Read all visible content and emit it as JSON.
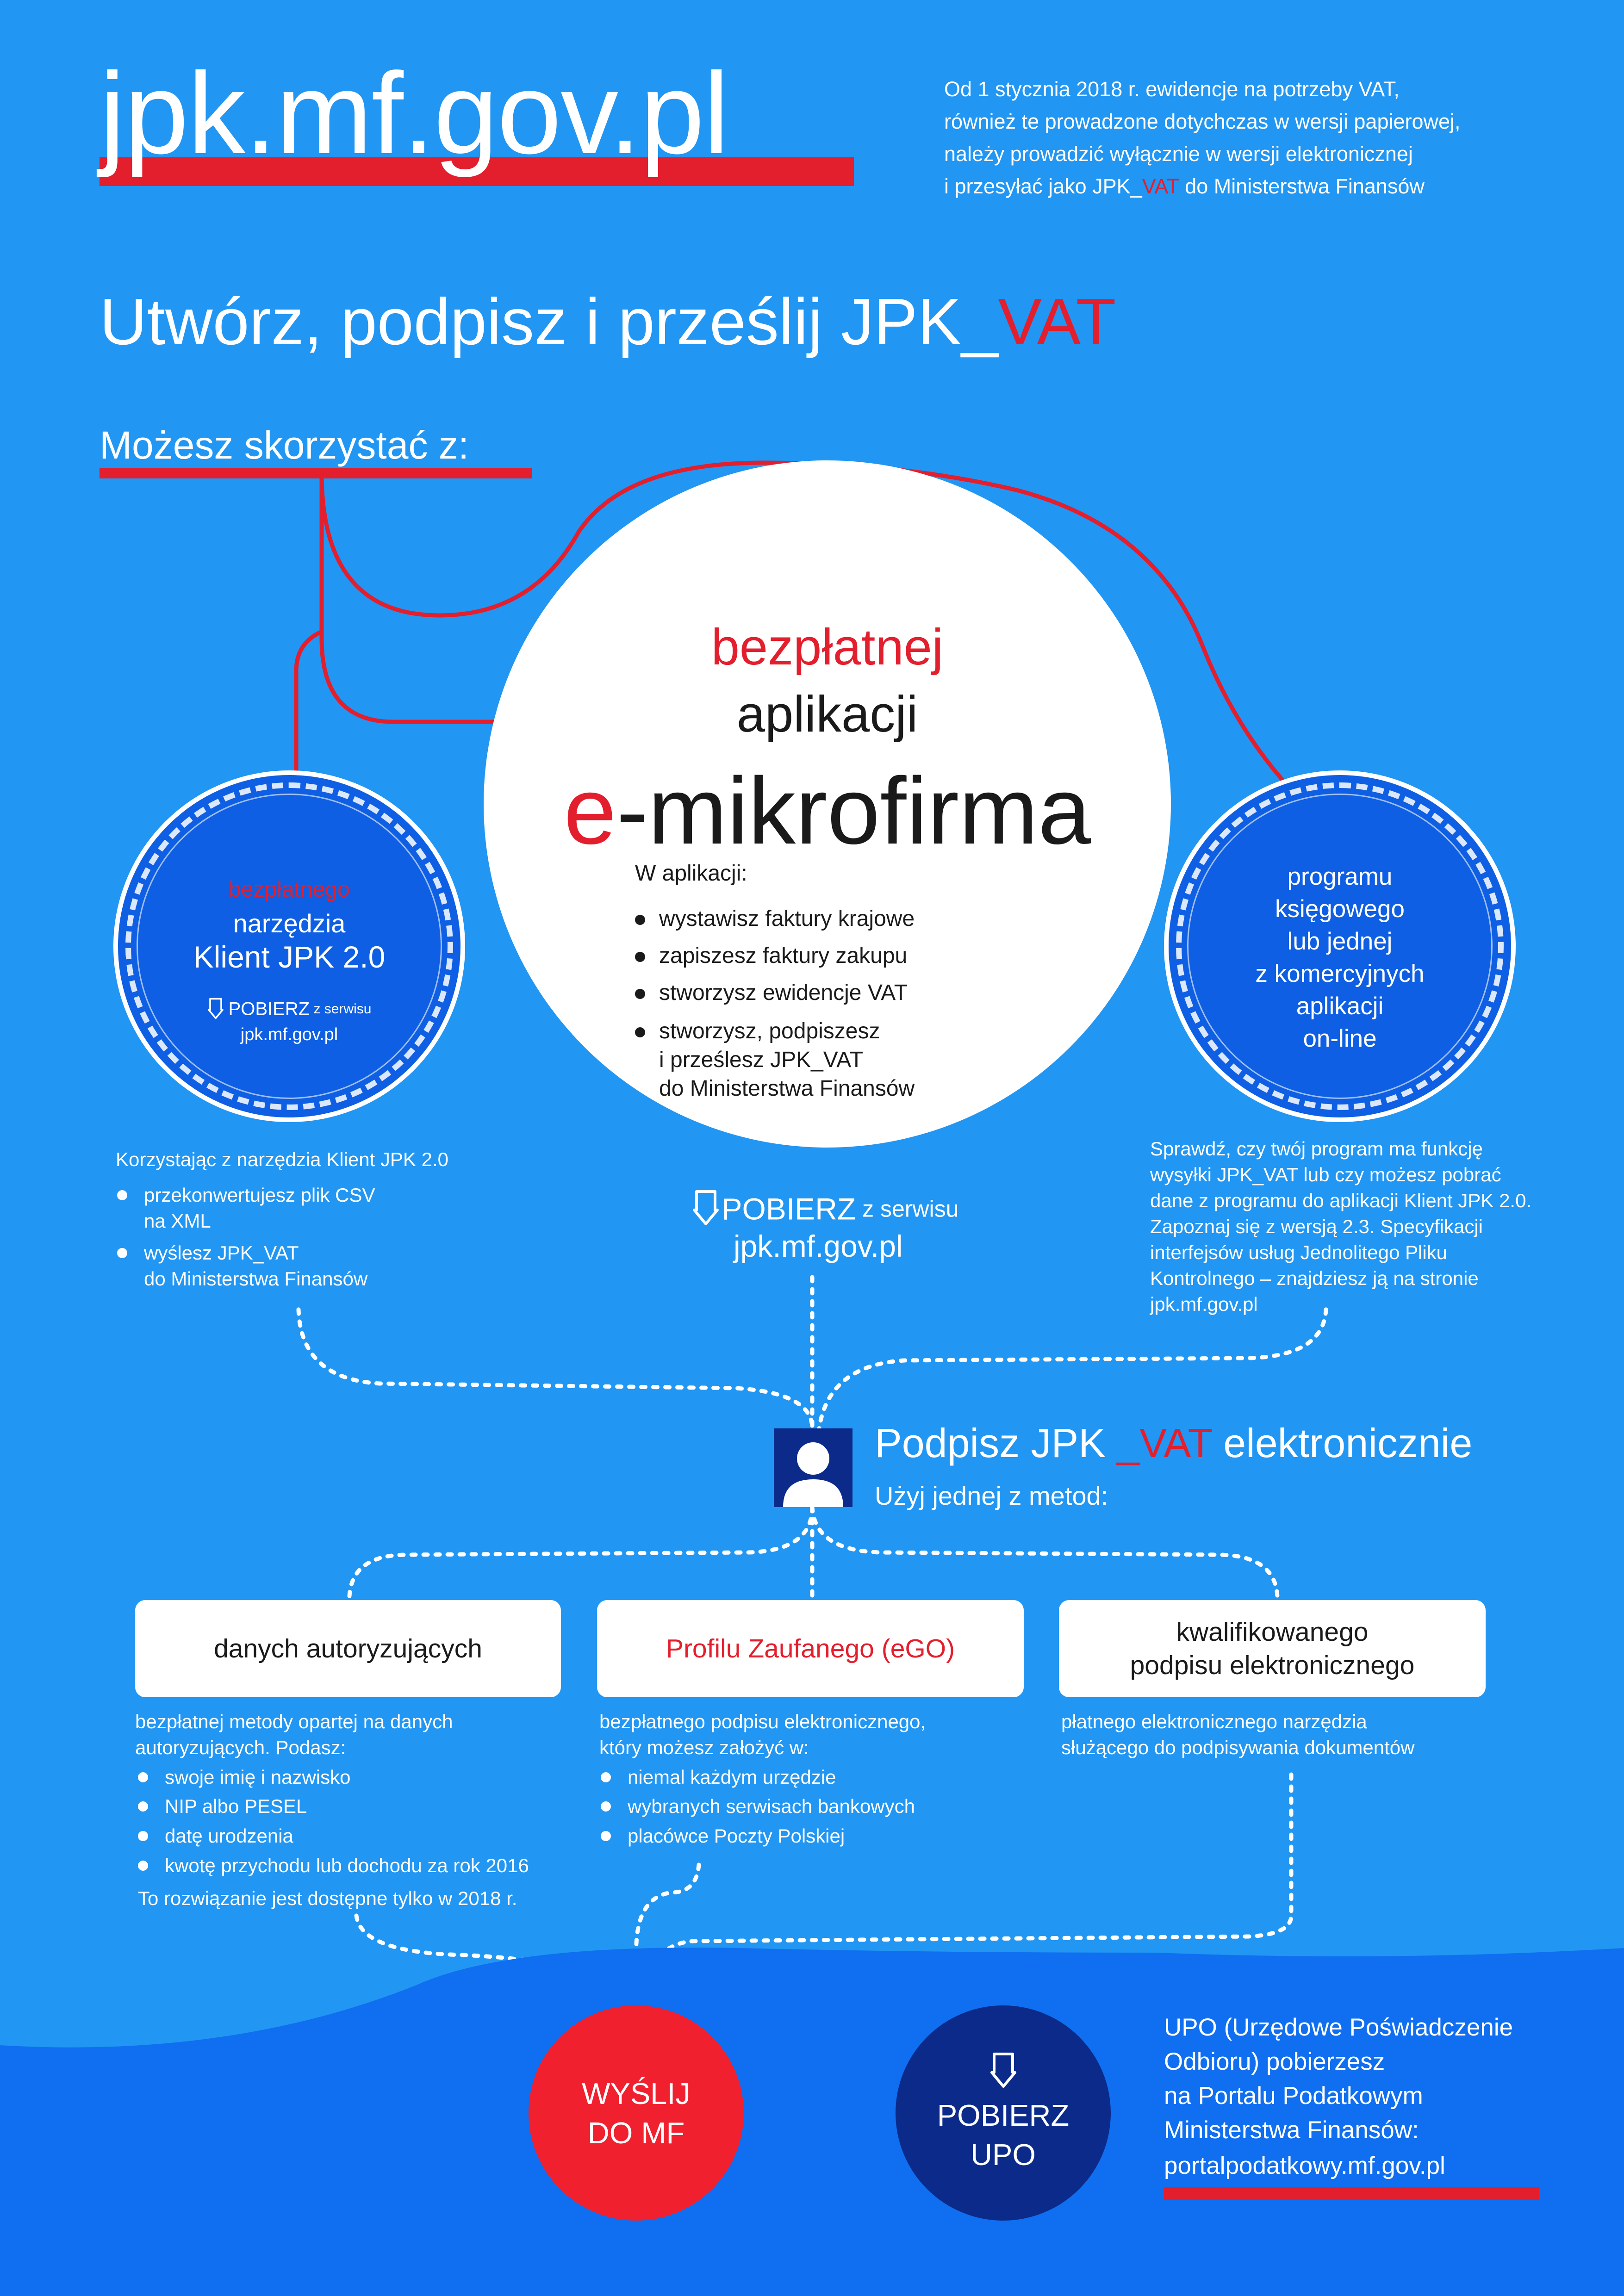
{
  "header": {
    "site": "jpk.mf.gov.pl",
    "intro_l1": "Od 1 stycznia 2018 r. ewidencje na potrzeby VAT,",
    "intro_l2": "również te prowadzone dotychczas w wersji papierowej,",
    "intro_l3": "należy prowadzić wyłącznie w wersji elektronicznej",
    "intro_l4a": "i przesyłać jako   JPK_",
    "intro_l4b": "VAT",
    "intro_l4c": " do Ministerstwa Finansów",
    "heading_a": "Utwórz, podpisz i prześlij JPK_",
    "heading_b": "VAT",
    "subheading": "Możesz skorzystać z:"
  },
  "center": {
    "line1": "bezpłatnej",
    "line2": "aplikacji",
    "line3a": "e",
    "line3b": "-mikrofirma",
    "list_head": "W aplikacji:",
    "items": [
      "wystawisz faktury krajowe",
      "zapiszesz faktury zakupu",
      "stworzysz ewidencje VAT",
      "stworzysz, podpiszesz",
      "i prześlesz JPK_VAT",
      "do Ministerstwa Finansów"
    ],
    "download_label": "POBIERZ",
    "download_suffix": " z serwisu",
    "download_site": "jpk.mf.gov.pl"
  },
  "left": {
    "l1": "bezpłatnego",
    "l2": "narzędzia",
    "l3": "Klient JPK 2.0",
    "dl_label": "POBIERZ",
    "dl_suffix": " z serwisu",
    "dl_site": "jpk.mf.gov.pl",
    "desc": "Korzystając z narzędzia Klient JPK 2.0",
    "bullets": [
      [
        "przekonwertujesz plik CSV",
        "na XML"
      ],
      [
        "wyślesz JPK_VAT",
        "do Ministerstwa Finansów"
      ]
    ]
  },
  "right": {
    "lines": [
      "programu",
      "księgowego",
      "lub jednej",
      "z komercyjnych",
      "aplikacji",
      "on-line"
    ],
    "desc": [
      "Sprawdź, czy twój program ma funkcję",
      "wysyłki JPK_VAT lub czy możesz pobrać",
      "dane z programu do aplikacji Klient JPK 2.0.",
      "Zapoznaj się z  wersją 2.3. Specyfikacji",
      "interfejsów usług Jednolitego Pliku",
      "Kontrolnego     – znajdziesz ją na stronie",
      "jpk.mf.gov.pl"
    ]
  },
  "sign": {
    "heading_a": "Podpisz JPK ",
    "heading_b": "_VAT",
    "heading_c": " elektronicznie",
    "sub": "Użyj jednej z metod:"
  },
  "methods": {
    "auth": {
      "label": "danych autoryzujących",
      "desc": [
        "bezpłatnej metody opartej na danych",
        "autoryzujących.  Podasz:"
      ],
      "bullets": [
        "swoje imię i nazwisko",
        "NIP albo PESEL",
        "datę urodzenia",
        "kwotę przychodu lub dochodu za rok 2016"
      ],
      "note": "To rozwiązanie jest dostępne tylko w 2018 r."
    },
    "profil": {
      "label": "Profilu Zaufanego (eGO)",
      "desc": [
        "bezpłatnego podpisu elektronicznego,",
        "który możesz założyć w:"
      ],
      "bullets": [
        "niemal każdym urzędzie",
        "wybranych serwisach bankowych",
        "placówce Poczty Polskiej"
      ]
    },
    "kwal": {
      "label_l1": "kwalifikowanego",
      "label_l2": "podpisu elektronicznego",
      "desc": [
        "płatnego elektronicznego narzędzia",
        "służącego do podpisywania dokumentów"
      ]
    }
  },
  "footer": {
    "send_l1": "WYŚLIJ",
    "send_l2": "DO MF",
    "upo_l1": "POBIERZ",
    "upo_l2": "UPO",
    "upo_text": [
      "UPO (Urzędowe Poświadczenie",
      "Odbioru) pobierzesz",
      "na Portalu Podatkowym",
      "Ministerstwa Finansów:"
    ],
    "portal": "portalpodatkowy.mf.gov.pl"
  },
  "colors": {
    "background": "#2196f3",
    "accent_red": "#e31e2d",
    "dark_blue": "#0b2a8a",
    "ring_blue": "#0e5fe3",
    "wave_blue": "#0f6ff0"
  }
}
